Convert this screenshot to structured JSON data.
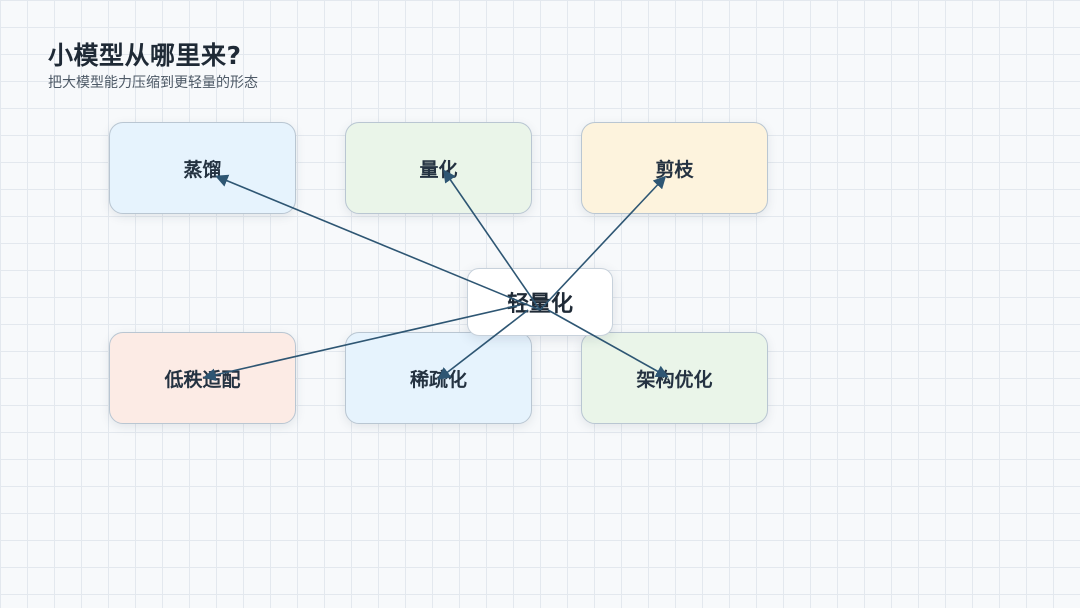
{
  "header": {
    "title": "小模型从哪里来?",
    "subtitle": "把大模型能力压缩到更轻量的形态"
  },
  "diagram": {
    "center": "轻量化",
    "nodes": {
      "distill": "蒸馏",
      "quant": "量化",
      "prune": "剪枝",
      "lowrank": "低秩适配",
      "sparse": "稀疏化",
      "arch": "架构优化"
    }
  },
  "colors": {
    "arrow": "#2e5673",
    "distill_bg": "#e6f3fd",
    "quant_bg": "#eaf5e9",
    "prune_bg": "#fdf3dd",
    "lowrank_bg": "#fcebe5",
    "sparse_bg": "#e6f3fd",
    "arch_bg": "#eaf5e9"
  }
}
